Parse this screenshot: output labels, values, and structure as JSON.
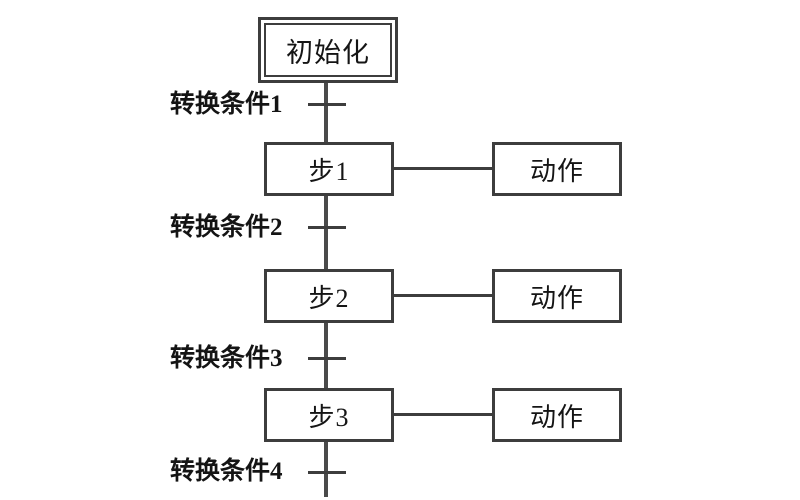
{
  "diagram": {
    "type": "sequential-function-chart",
    "init": {
      "label": "初始化"
    },
    "steps": [
      {
        "label": "步1"
      },
      {
        "label": "步2"
      },
      {
        "label": "步3"
      }
    ],
    "actions": [
      {
        "label": "动作"
      },
      {
        "label": "动作"
      },
      {
        "label": "动作"
      }
    ],
    "transitions": [
      {
        "label": "转换条件1"
      },
      {
        "label": "转换条件2"
      },
      {
        "label": "转换条件3"
      },
      {
        "label": "转换条件4"
      }
    ],
    "colors": {
      "line": "#3d3d3d",
      "text": "#141414",
      "background": "#ffffff"
    }
  }
}
